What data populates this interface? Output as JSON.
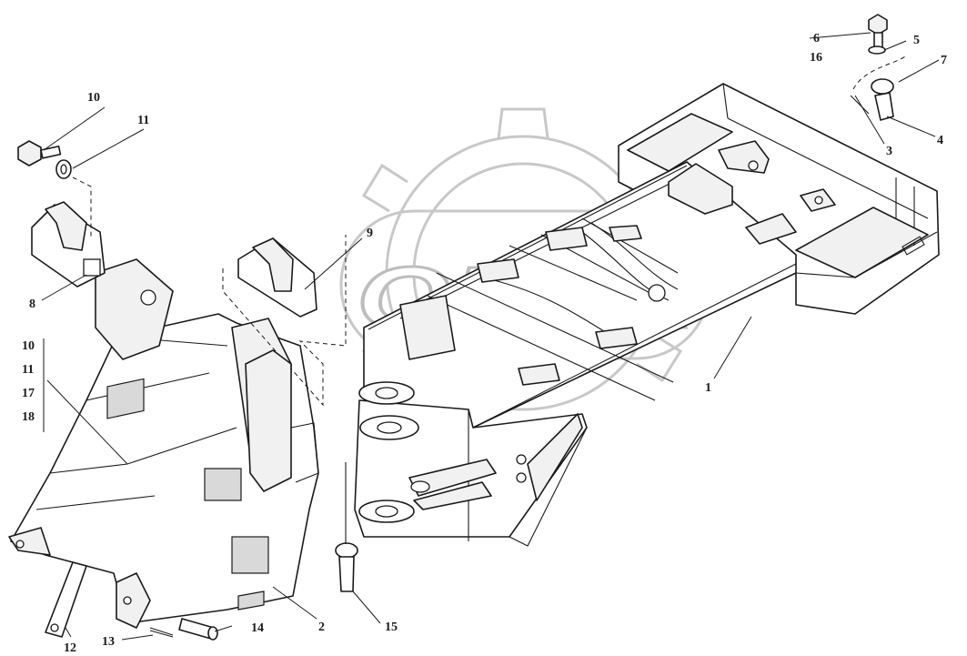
{
  "watermark": {
    "text": "OPEX"
  },
  "callouts": {
    "c1": "1",
    "c2": "2",
    "c3": "3",
    "c4": "4",
    "c5": "5",
    "c6": "6",
    "c7": "7",
    "c8": "8",
    "c9": "9",
    "c10_top": "10",
    "c11_top": "11",
    "c12": "12",
    "c13": "13",
    "c14": "14",
    "c15": "15",
    "c16": "16",
    "group_left": [
      "10",
      "11",
      "17",
      "18"
    ]
  }
}
